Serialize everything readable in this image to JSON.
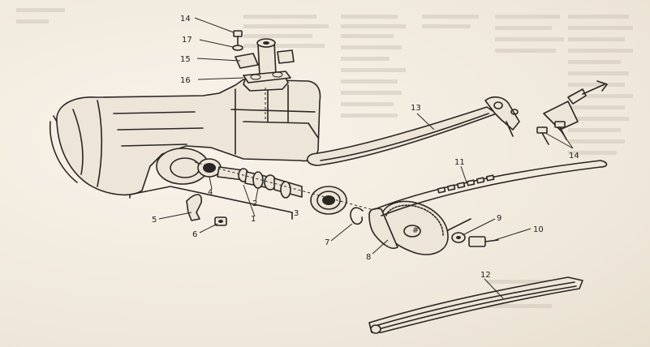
{
  "diagram": {
    "callouts": [
      {
        "id": "c14a",
        "text": "14"
      },
      {
        "id": "c17",
        "text": "17"
      },
      {
        "id": "c15",
        "text": "15"
      },
      {
        "id": "c16",
        "text": "16"
      },
      {
        "id": "c13",
        "text": "13"
      },
      {
        "id": "c14b",
        "text": "14"
      },
      {
        "id": "c11",
        "text": "11"
      },
      {
        "id": "c4",
        "text": "4"
      },
      {
        "id": "c2",
        "text": "2"
      },
      {
        "id": "c1",
        "text": "1"
      },
      {
        "id": "c3",
        "text": "3"
      },
      {
        "id": "c5",
        "text": "5"
      },
      {
        "id": "c6",
        "text": "6"
      },
      {
        "id": "c7",
        "text": "7"
      },
      {
        "id": "c8",
        "text": "8"
      },
      {
        "id": "c9",
        "text": "9"
      },
      {
        "id": "c10",
        "text": "10"
      },
      {
        "id": "c12",
        "text": "12"
      }
    ]
  }
}
